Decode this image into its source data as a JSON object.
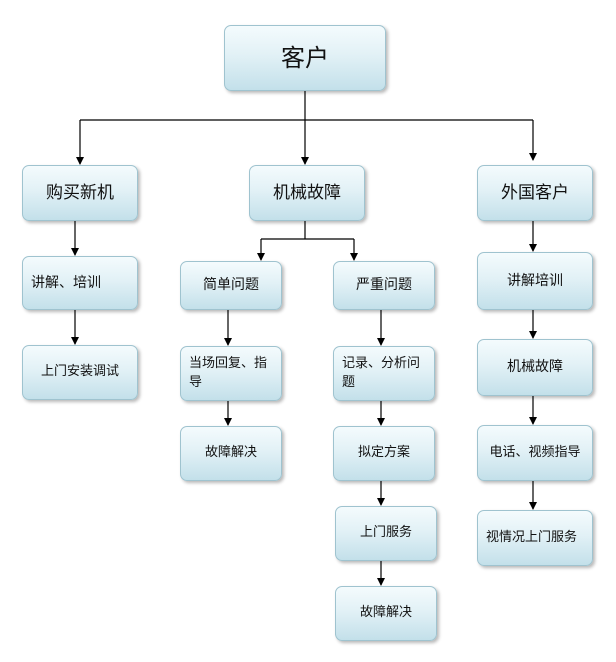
{
  "diagram": {
    "root": "客户",
    "branches": [
      {
        "label": "购买新机",
        "children": [
          "讲解、培训",
          "上门安装调试"
        ]
      },
      {
        "label": "机械故障",
        "children": [
          {
            "label": "简单问题",
            "children": [
              "当场回复、指导",
              "故障解决"
            ]
          },
          {
            "label": "严重问题",
            "children": [
              "记录、分析问题",
              "拟定方案",
              "上门服务",
              "故障解决"
            ]
          }
        ]
      },
      {
        "label": "外国客户",
        "children": [
          "讲解培训",
          "机械故障",
          "电话、视频指导",
          "视情况上门服务"
        ]
      }
    ]
  }
}
